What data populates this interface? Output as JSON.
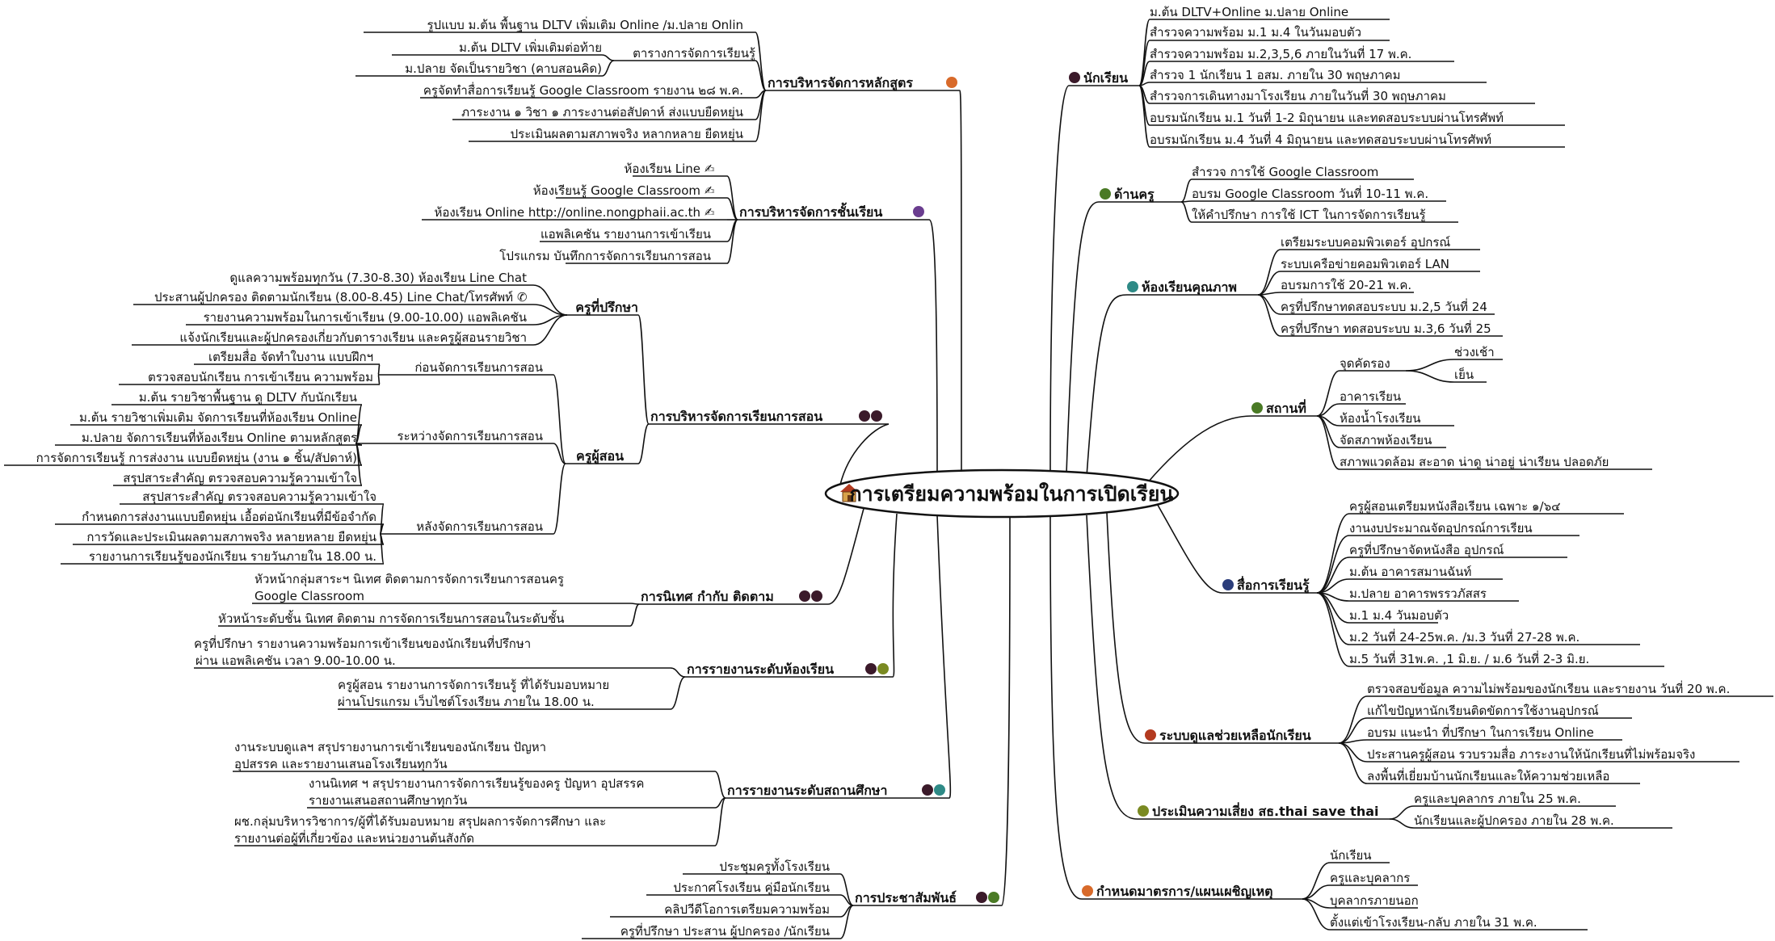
{
  "center": {
    "title": "การเตรียมความพร้อมในการเปิดเรียน",
    "icon": "school-house-icon"
  },
  "colors": {
    "line": "#111111",
    "badge_dark": "#3b1a2a",
    "badge_green": "#4a7a25",
    "badge_teal": "#2e8a86",
    "badge_navy": "#2b3d7a",
    "badge_red": "#b33a1f",
    "badge_orange": "#d86a2a",
    "badge_olive": "#7a8a22",
    "badge_purple": "#6a3d8f",
    "center_fill": "#ffffff"
  },
  "right": [
    {
      "label": "นักเรียน",
      "badge": "1",
      "children": [
        {
          "label": "ม.ต้น DLTV+Online  ม.ปลาย  Online"
        },
        {
          "label": "สำรวจความพร้อม ม.1 ม.4 ในวันมอบตัว"
        },
        {
          "label": "สำรวจความพร้อม ม.2,3,5,6 ภายในวันที่ 17 พ.ค."
        },
        {
          "label": "สำรวจ 1 นักเรียน 1 อสม. ภายใน 30 พฤษภาคม"
        },
        {
          "label": "สำรวจการเดินทางมาโรงเรียน ภายในวันที่ 30 พฤษภาคม"
        },
        {
          "label": "อบรมนักเรียน ม.1 วันที่ 1-2 มิถุนายน และทดสอบระบบผ่านโทรศัพท์"
        },
        {
          "label": "อบรมนักเรียน ม.4 วันที่ 4  มิถุนายน และทดสอบระบบผ่านโทรศัพท์"
        }
      ]
    },
    {
      "label": "ด้านครู",
      "badge": "2",
      "children": [
        {
          "label": "สำรวจ การใช้ Google Classroom"
        },
        {
          "label": "อบรม Google Classroom วันที่ 10-11 พ.ค."
        },
        {
          "label": "ให้คำปรึกษา การใช้ ICT ในการจัดการเรียนรู้"
        }
      ]
    },
    {
      "label": "ห้องเรียนคุณภาพ",
      "badge": "3",
      "children": [
        {
          "label": "เตรียมระบบคอมพิวเตอร์ อุปกรณ์"
        },
        {
          "label": "ระบบเครือข่ายคอมพิวเตอร์ LAN"
        },
        {
          "label": "อบรมการใช้ 20-21 พ.ค."
        },
        {
          "label": "ครูที่ปรึกษาทดสอบระบบ ม.2,5 วันที่ 24"
        },
        {
          "label": "ครูที่ปรึกษา ทดสอบระบบ ม.3,6 วันที่ 25"
        }
      ]
    },
    {
      "label": "สถานที่",
      "badge": "4",
      "children": [
        {
          "label": "จุดคัดรอง",
          "children": [
            {
              "label": "ช่วงเช้า"
            },
            {
              "label": "เย็น"
            }
          ]
        },
        {
          "label": "อาคารเรียน"
        },
        {
          "label": "ห้องน้ำโรงเรียน"
        },
        {
          "label": "จัดสภาพห้องเรียน"
        },
        {
          "label": "สภาพแวดล้อม สะอาด น่าดู น่าอยู่ น่าเรียน ปลอดภัย"
        }
      ]
    },
    {
      "label": "สื่อการเรียนรู้",
      "badge": "5",
      "children": [
        {
          "label": "ครูผู้สอนเตรียมหนังสือเรียน เฉพาะ ๑/๖๔"
        },
        {
          "label": "งานงบประมาณจัดอุปกรณ์การเรียน"
        },
        {
          "label": "ครูที่ปรึกษาจัดหนังสือ อุปกรณ์"
        },
        {
          "label": "ม.ต้น อาคารสมานฉันท์"
        },
        {
          "label": "ม.ปลาย อาคารพรรวภัสสร"
        },
        {
          "label": "ม.1 ม.4 วันมอบตัว"
        },
        {
          "label": "ม.2 วันที่ 24-25พ.ค. /ม.3 วันที่ 27-28 พ.ค."
        },
        {
          "label": "ม.5 วันที่ 31พ.ค. ,1 มิ.ย. /  ม.6 วันที่ 2-3 มิ.ย."
        }
      ]
    },
    {
      "label": "ระบบดูแลช่วยเหลือนักเรียน",
      "badge": "6",
      "children": [
        {
          "label": "ตรวจสอบข้อมูล ความไม่พร้อมของนักเรียน และรายงาน วันที่ 20 พ.ค."
        },
        {
          "label": "แก้ไขปัญหานักเรียนติดขัดการใช้งานอุปกรณ์"
        },
        {
          "label": "อบรม แนะนำ ที่ปรึกษา ในการเรียน Online"
        },
        {
          "label": "ประสานครูผู้สอน รวบรวมสื่อ ภาระงานให้นักเรียนที่ไม่พร้อมจริง"
        },
        {
          "label": "ลงพื้นที่เยี่ยมบ้านนักเรียนและให้ความช่วยเหลือ"
        }
      ]
    },
    {
      "label": "ประเมินความเสี่ยง สธ.thai save thai",
      "badge": "7",
      "children": [
        {
          "label": "ครูและบุคลากร ภายใน 25  พ.ค."
        },
        {
          "label": "นักเรียนและผู้ปกครอง ภายใน 28 พ.ค."
        }
      ]
    },
    {
      "label": "กำหนดมาตรการ/แผนเผชิญเหตุ",
      "badge": "8",
      "children": [
        {
          "label": "นักเรียน"
        },
        {
          "label": "ครูและบุคลากร"
        },
        {
          "label": "บุคลากรภายนอก"
        },
        {
          "label": "ตั้งแต่เข้าโรงเรียน-กลับ  ภายใน 31 พ.ค."
        }
      ]
    }
  ],
  "left": [
    {
      "label": "การบริหารจัดการหลักสูตร",
      "badge": "8",
      "children": [
        {
          "label": "รูปแบบ ม.ต้น พื้นฐาน  DLTV เพิ่มเติม Online /ม.ปลาย Onlin"
        },
        {
          "label": "ตารางการจัดการเรียนรู้",
          "children": [
            {
              "label": "ม.ต้น DLTV เพิ่มเติมต่อท้าย"
            },
            {
              "label": "ม.ปลาย จัดเป็นรายวิชา (คาบสอนคิด)"
            }
          ]
        },
        {
          "label": "ครูจัดทำสื่อการเรียนรู้ Google Classroom รายงาน ๒๘ พ.ค."
        },
        {
          "label": "ภาระงาน ๑ วิชา ๑ ภาระงานต่อสัปดาห์  ส่งแบบยืดหยุ่น"
        },
        {
          "label": "ประเมินผลตามสภาพจริง หลากหลาย ยืดหยุ่น"
        }
      ]
    },
    {
      "label": "การบริหารจัดการชั้นเรียน",
      "badge": "9",
      "children": [
        {
          "label": "ห้องเรียน Line"
        },
        {
          "label": "ห้องเรียนรู้ Google Classroom"
        },
        {
          "label": "ห้องเรียน Online  http://online.nongphaii.ac.th"
        },
        {
          "label": "แอพลิเคชัน รายงานการเข้าเรียน"
        },
        {
          "label": "โปรแกรม บันทึกการจัดการเรียนการสอน"
        }
      ]
    },
    {
      "label": "การบริหารจัดการเรียนการสอน",
      "badge": "10",
      "children": [
        {
          "label": "ครูที่ปรึกษา",
          "children": [
            {
              "label": "ดูแลความพร้อมทุกวัน (7.30-8.30) ห้องเรียน Line Chat"
            },
            {
              "label": "ประสานผู้ปกครอง ติดตามนักเรียน (8.00-8.45) Line Chat/โทรศัพท์"
            },
            {
              "label": "รายงานความพร้อมในการเข้าเรียน  (9.00-10.00) แอพลิเคชัน"
            },
            {
              "label": "แจ้งนักเรียนและผู้ปกครองเกี่ยวกับตารางเรียน และครูผู้สอนรายวิชา"
            }
          ]
        },
        {
          "label": "ครูผู้สอน",
          "children": [
            {
              "label": "ก่อนจัดการเรียนการสอน",
              "children": [
                {
                  "label": "เตรียมสื่อ จัดทำใบงาน แบบฝึกฯ"
                },
                {
                  "label": "ตรวจสอบนักเรียน  การเข้าเรียน ความพร้อม"
                }
              ]
            },
            {
              "label": "ระหว่างจัดการเรียนการสอน",
              "children": [
                {
                  "label": "ม.ต้น รายวิชาพื้นฐาน ดู DLTV กับนักเรียน"
                },
                {
                  "label": "ม.ต้น รายวิชาเพิ่มเติม จัดการเรียนที่ห้องเรียน Online"
                },
                {
                  "label": "ม.ปลาย จัดการเรียนที่ห้องเรียน Online ตามหลักสูตร"
                },
                {
                  "label": "การจัดการเรียนรู้ การส่งงาน แบบยืดหยุ่น  (งาน ๑ ชิ้น/สัปดาห์)"
                },
                {
                  "label": "สรุปสาระสำคัญ ตรวจสอบความรู้ความเข้าใจ"
                }
              ]
            },
            {
              "label": "หลังจัดการเรียนการสอน",
              "children": [
                {
                  "label": "สรุปสาระสำคัญ ตรวจสอบความรู้ความเข้าใจ"
                },
                {
                  "label": "กำหนดการส่งงานแบบยืดหยุ่น เอื้อต่อนักเรียนที่มีข้อจำกัด"
                },
                {
                  "label": "การวัดและประเมินผลตามสภาพจริง หลายหลาย ยืดหยุ่น"
                },
                {
                  "label": "รายงานการเรียนรู้ของนักเรียน รายวันภายใน 18.00 น."
                }
              ]
            }
          ]
        }
      ]
    },
    {
      "label": "การนิเทศ กำกับ ติดตาม",
      "badge": "11",
      "children": [
        {
          "label": "หัวหน้ากลุ่มสาระฯ นิเทศ ติดตามการจัดการเรียนการสอนครู",
          "label2": "Google Classroom"
        },
        {
          "label": "หัวหน้าระดับชั้น นิเทศ ติดตาม การจัดการเรียนการสอนในระดับชั้น"
        }
      ]
    },
    {
      "label": "การรายงานระดับห้องเรียน",
      "badge": "12",
      "children": [
        {
          "label": "ครูที่ปรึกษา รายงานความพร้อมการเข้าเรียนของนักเรียนที่ปรึกษา",
          "label2": "ผ่าน แอพลิเคชัน เวลา 9.00-10.00 น."
        },
        {
          "label": "ครูผู้สอน รายงานการจัดการเรียนรู้ ที่ได้รับมอบหมาย",
          "label2": "ผ่านโปรแกรม เว็บไซต์โรงเรียน ภายใน 18.00 น."
        }
      ]
    },
    {
      "label": "การรายงานระดับสถานศึกษา",
      "badge": "13",
      "children": [
        {
          "label": "งานระบบดูแลฯ สรุปรายงานการเข้าเรียนของนักเรียน ปัญหา",
          "label2": "อุปสรรค  และรายงานเสนอโรงเรียนทุกวัน"
        },
        {
          "label": "งานนิเทศ ฯ สรุปรายงานการจัดการเรียนรู้ของครู ปัญหา อุปสรรค",
          "label2": "รายงานเสนอสถานศึกษาทุกวัน"
        },
        {
          "label": "ผช.กลุ่มบริหารวิชาการ/ผู้ที่ได้รับมอบหมาย  สรุปผลการจัดการศึกษา และ",
          "label2": "รายงานต่อผู้ที่เกี่ยวข้อง และหน่วยงานต้นสังกัด"
        }
      ]
    },
    {
      "label": "การประชาสัมพันธ์",
      "badge": "14",
      "children": [
        {
          "label": "ประชุมครูทั้งโรงเรียน"
        },
        {
          "label": "ประกาศโรงเรียน คู่มือนักเรียน"
        },
        {
          "label": "คลิปวีดีโอการเตรียมความพร้อม"
        },
        {
          "label": "ครูที่ปรึกษา ประสาน ผู้ปกครอง /นักเรียน"
        }
      ]
    }
  ]
}
